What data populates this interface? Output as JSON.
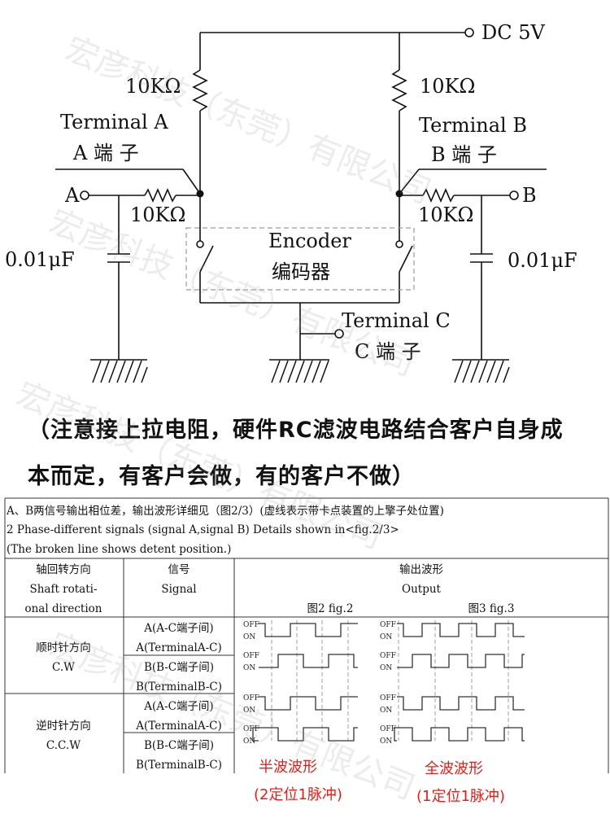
{
  "circuit": {
    "dc_label": "DC 5V",
    "resistor_left": "10KΩ",
    "resistor_right": "10KΩ",
    "terminal_a_en": "Terminal A",
    "terminal_a_cn": "A 端 子",
    "terminal_b_en": "Terminal B",
    "terminal_b_cn": "B 端 子",
    "node_a": "A",
    "node_b": "B",
    "filter_res_left": "10KΩ",
    "filter_res_right": "10KΩ",
    "cap_left": "0.01μF",
    "cap_right": "0.01μF",
    "encoder_en": "Encoder",
    "encoder_cn": "编码器",
    "terminal_c_en": "Terminal C",
    "terminal_c_cn": "C 端 子"
  },
  "note": {
    "line1": "（注意接上拉电阻，硬件RC滤波电路结合客户自身成",
    "line2": "本而定，有客户会做，有的客户不做）"
  },
  "table": {
    "header_line1": "A、B两信号输出相位差，输出波形详细见（图2/3）(虚线表示带卡点装置的上擎子处位置)",
    "header_line2": "2 Phase-different signals  (signal A,signal B) Details shown in<fig.2/3>",
    "header_line3": "(The broken line shows detent position.)",
    "col1_cn": "轴回转方向",
    "col1_en1": "Shaft rotati-",
    "col1_en2": "onal direction",
    "col2_cn": "信号",
    "col2_en": "Signal",
    "col3_cn": "输出波形",
    "col3_en": "Output",
    "fig2": "图2 fig.2",
    "fig3": "图3 fig.3",
    "cw_cn": "顺时针方向",
    "cw_en": "C.W",
    "ccw_cn": "逆时针方向",
    "ccw_en": "C.C.W",
    "sig_a_cn": "A(A-C端子间)",
    "sig_a_en": "A(TerminalA-C)",
    "sig_b_cn": "B(B-C端子间)",
    "sig_b_en": "B(TerminalB-C)",
    "off": "OFF",
    "on": "ON"
  },
  "annotations": {
    "half_wave": "半波波形",
    "half_wave_sub": "(2定位1脉冲)",
    "full_wave": "全波波形",
    "full_wave_sub": "(1定位1脉冲)"
  },
  "watermark": "宏彦科技（东莞）有限公司"
}
